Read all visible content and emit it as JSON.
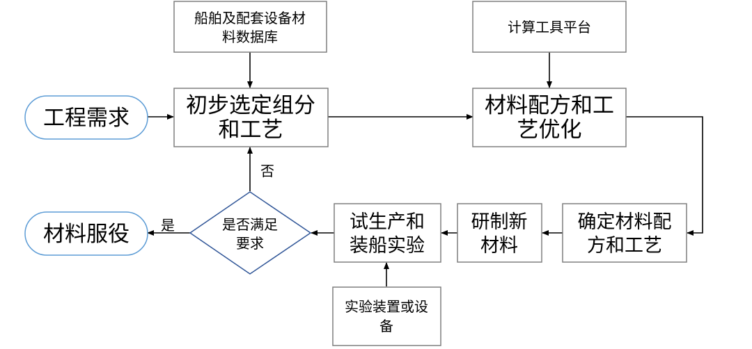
{
  "colors": {
    "box_border": "#7f7f7f",
    "terminal_border": "#5b9bd5",
    "decision_border": "#2f5597",
    "arrow": "#000000",
    "text": "#000000",
    "background": "#ffffff"
  },
  "nodes": {
    "database": {
      "line1": "船舶及配套设备材",
      "line2": "料数据库"
    },
    "compute_platform": {
      "line1": "计算工具平台"
    },
    "requirement": {
      "line1": "工程需求"
    },
    "initial_selection": {
      "line1": "初步选定组分",
      "line2": "和工艺"
    },
    "optimization": {
      "line1": "材料配方和工",
      "line2": "艺优化"
    },
    "material_service": {
      "line1": "材料服役"
    },
    "decision": {
      "line1": "是否满足",
      "line2": "要求"
    },
    "trial_production": {
      "line1": "试生产和",
      "line2": "装船实验"
    },
    "develop_new": {
      "line1": "研制新",
      "line2": "材料"
    },
    "determine_formula": {
      "line1": "确定材料配",
      "line2": "方和工艺"
    },
    "test_equipment": {
      "line1": "实验装置或设",
      "line2": "备"
    }
  },
  "edge_labels": {
    "no": "否",
    "yes": "是"
  }
}
